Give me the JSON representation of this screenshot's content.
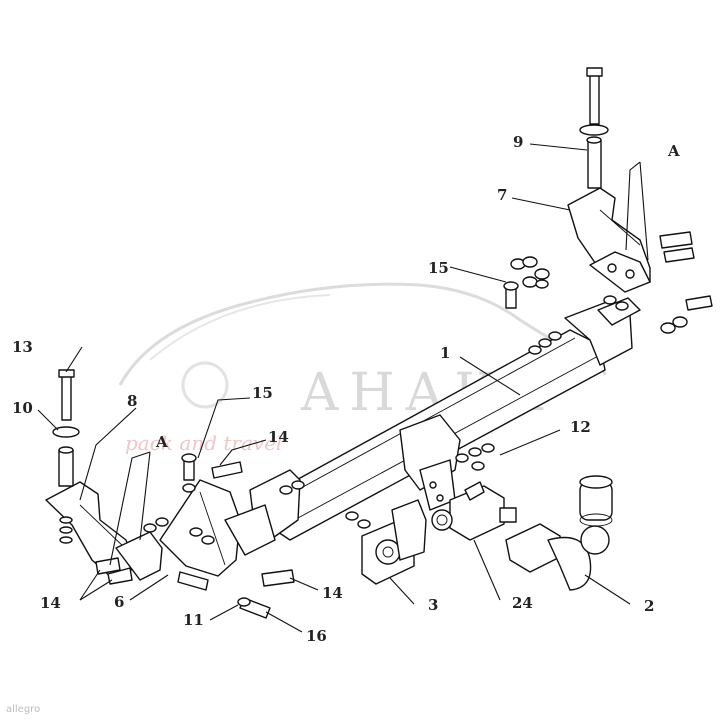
{
  "watermark": {
    "brand": "АНАКА",
    "tagline": "pack and travel"
  },
  "credit": "allegro",
  "labels": {
    "l1": "1",
    "l2": "2",
    "l3": "3",
    "l6": "6",
    "l7": "7",
    "l8": "8",
    "l9": "9",
    "l10": "10",
    "l11": "11",
    "l12": "12",
    "l13": "13",
    "l14a": "14",
    "l14b": "14",
    "l14c": "14",
    "l15a": "15",
    "l15b": "15",
    "l16": "16",
    "l24": "24",
    "lA1": "A",
    "lA2": "A"
  }
}
